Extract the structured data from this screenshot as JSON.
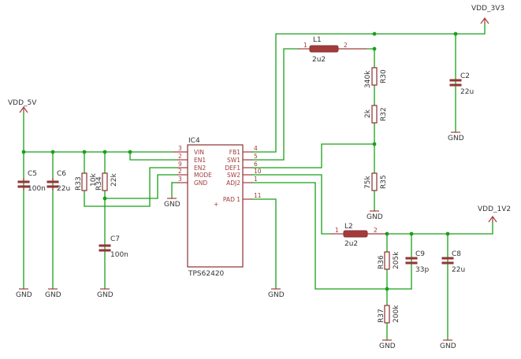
{
  "ic": {
    "designator": "IC4",
    "part": "TPS62420",
    "pins_left": [
      {
        "num": "3",
        "name": "VIN"
      },
      {
        "num": "2",
        "name": "EN1"
      },
      {
        "num": "9",
        "name": "EN2"
      },
      {
        "num": "2",
        "name": "MODE"
      },
      {
        "num": "3",
        "name": "GND"
      }
    ],
    "pins_right": [
      {
        "num": "4",
        "name": "FB1"
      },
      {
        "num": "5",
        "name": "SW1"
      },
      {
        "num": "6",
        "name": "DEF1"
      },
      {
        "num": "10",
        "name": "SW2"
      },
      {
        "num": "1",
        "name": "ADJ2"
      },
      {
        "num": "11",
        "name": "PAD 1"
      }
    ]
  },
  "rails": {
    "vdd_5v": "VDD_5V",
    "vdd_3v3": "VDD_3V3",
    "vdd_1v2": "VDD_1V2",
    "gnd": "GND"
  },
  "capacitors": {
    "c5": {
      "ref": "C5",
      "value": "100n"
    },
    "c6": {
      "ref": "C6",
      "value": "22u"
    },
    "c7": {
      "ref": "C7",
      "value": "100n"
    },
    "c2": {
      "ref": "C2",
      "value": "22u"
    },
    "c9": {
      "ref": "C9",
      "value": "33p"
    },
    "c8": {
      "ref": "C8",
      "value": "22u"
    }
  },
  "resistors": {
    "r33": {
      "ref": "R33",
      "value": "10k"
    },
    "r34": {
      "ref": "R34",
      "value": "22k"
    },
    "r30": {
      "ref": "R30",
      "value": "340k"
    },
    "r32": {
      "ref": "R32",
      "value": "2k"
    },
    "r35": {
      "ref": "R35",
      "value": "75k"
    },
    "r36": {
      "ref": "R36",
      "value": "205k"
    },
    "r37": {
      "ref": "R37",
      "value": "200k"
    }
  },
  "inductors": {
    "l1": {
      "ref": "L1",
      "value": "2u2",
      "pin1": "1",
      "pin2": "2"
    },
    "l2": {
      "ref": "L2",
      "value": "2u2",
      "pin1": "1",
      "pin2": "2"
    }
  },
  "colors": {
    "wire": "#19a119",
    "part": "#a33b3b",
    "text": "#333333"
  }
}
